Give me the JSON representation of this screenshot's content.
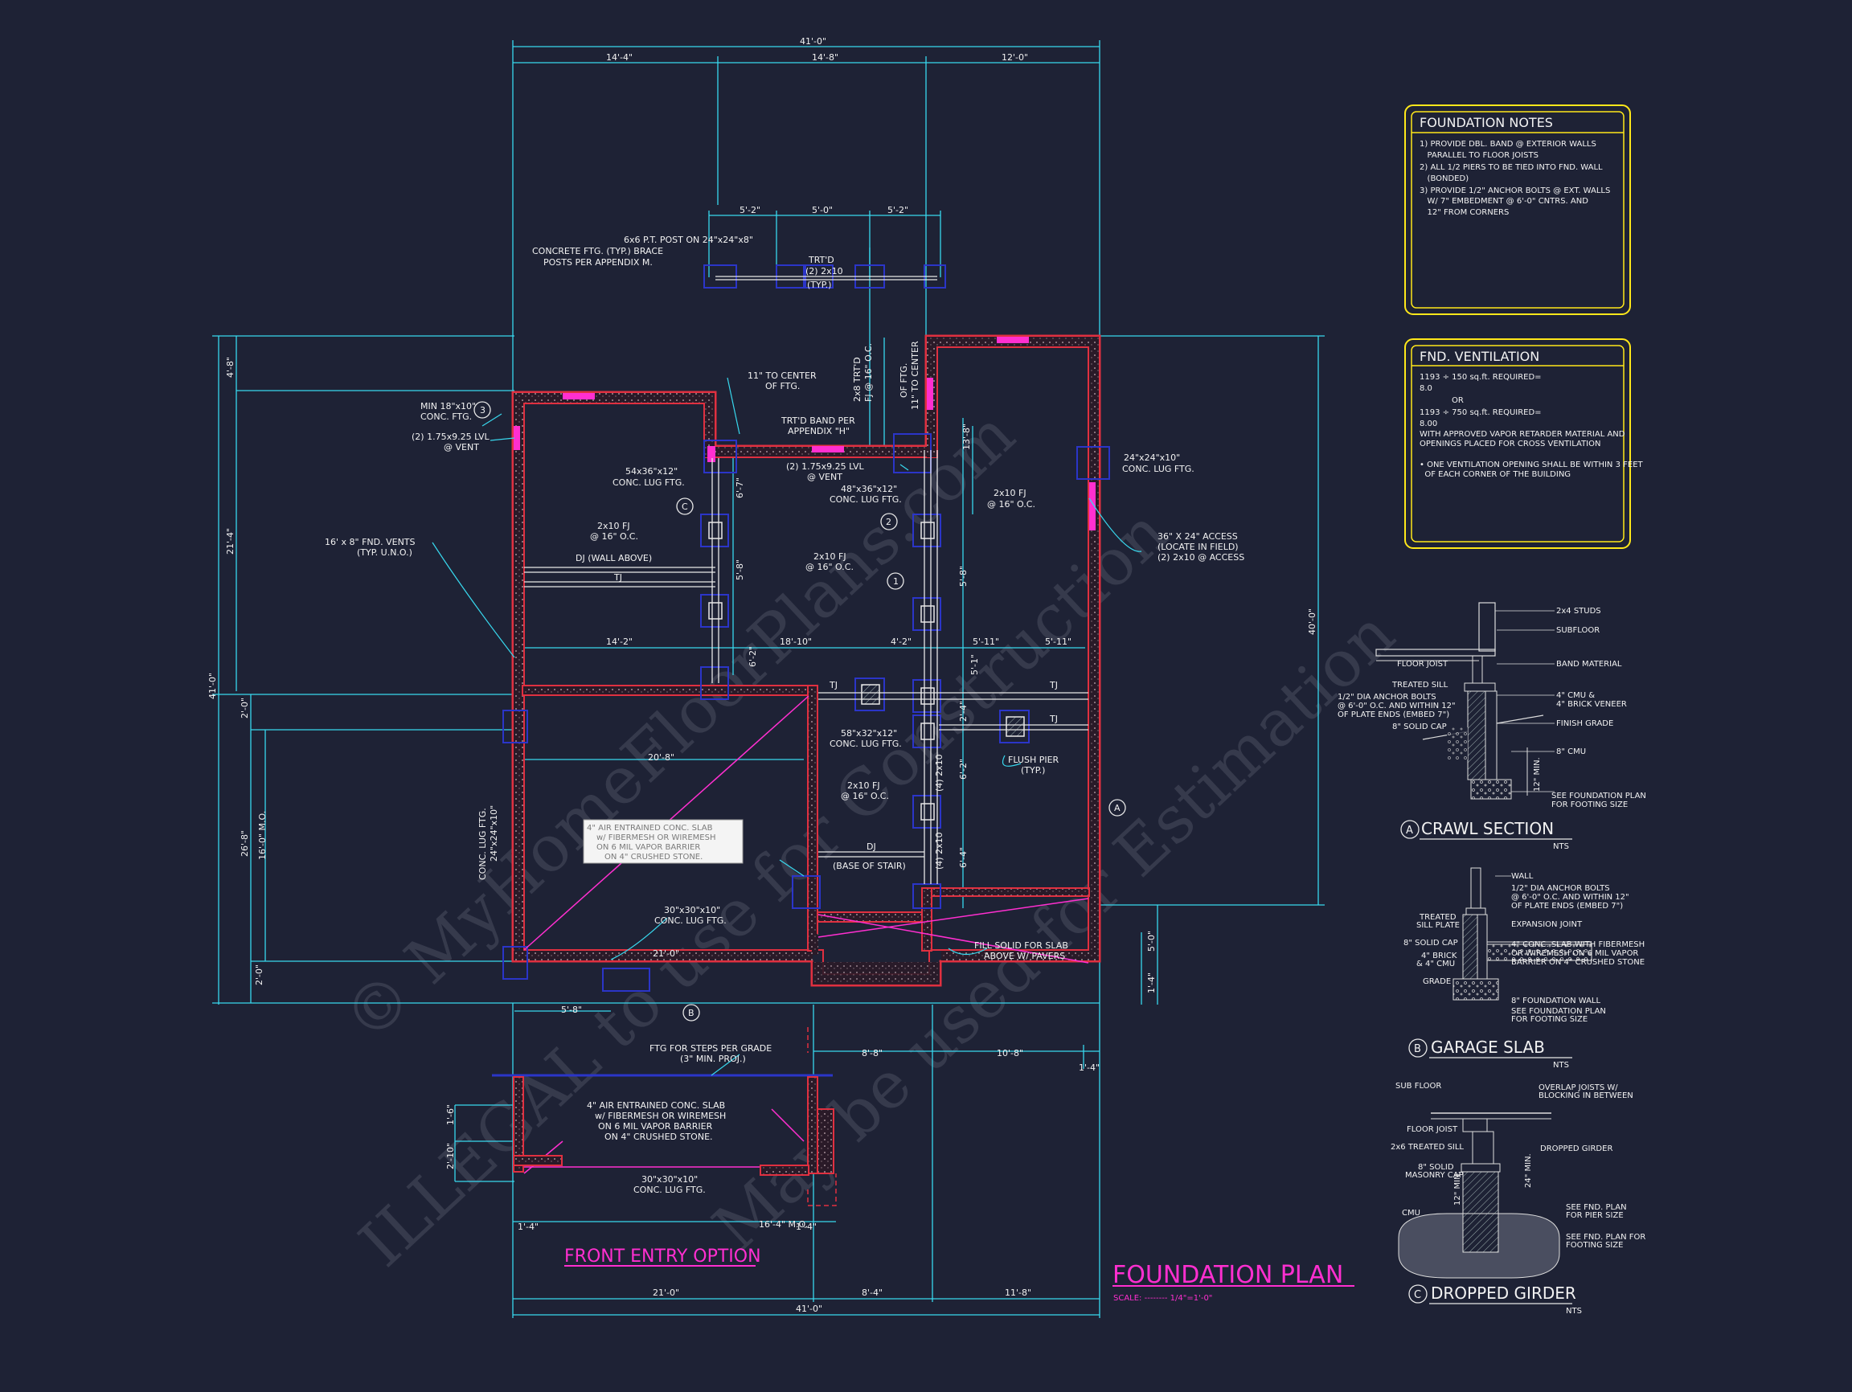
{
  "colors": {
    "background": "#1e2235",
    "dimension_lines": "#38d8ee",
    "walls_outline": "#e03040",
    "walls_fill": "#2a1a28",
    "labels": "#f2f2f2",
    "titles": "#ff2fd0",
    "note_boxes": "#ffe81a",
    "footings": "#2b35c8"
  },
  "watermark": {
    "line1": "© MyHomeFloorPlans.com",
    "line2": "ILLEGAL to use for Construction",
    "line3": "May be used for Estimation"
  },
  "plan": {
    "title": "FOUNDATION PLAN",
    "scale_label": "SCALE: -------- 1/4\"=1'-0\"",
    "front_entry_title": "FRONT ENTRY OPTION",
    "dims": {
      "overall_top": "41'-0\"",
      "top_a": "14'-4\"",
      "top_b": "14'-8\"",
      "top_c": "12'-0\"",
      "porch_a": "5'-2\"",
      "porch_b": "5'-0\"",
      "porch_c": "5'-2\"",
      "left_overall": "41'-0\"",
      "left_a": "4'-8\"",
      "left_b": "21'-4\"",
      "left_c": "2'-0\"",
      "left_d": "26'-8\"",
      "left_e": "2'-0\"",
      "garage_mo": "16'-0\" M.O.",
      "right_overall": "40'-0\"",
      "right_a": "5'-0\"",
      "right_b": "1'-4\"",
      "mid_a": "14'-2\"",
      "mid_b": "18'-10\"",
      "mid_c": "4'-2\"",
      "mid_d": "5'-11\"",
      "mid_e": "5'-11\"",
      "garage_top": "20'-8\"",
      "garage_bot": "21'-0\"",
      "bottom_a": "5'-8\"",
      "bottom_b": "8'-8\"",
      "bottom_c": "10'-8\"",
      "bottom_d": "1'-4\"",
      "v_a": "6'-7\"",
      "v_b": "5'-8\"",
      "v_c": "6'-2\"",
      "v_d": "5'-1\"",
      "v_e": "2'-4\"",
      "v_f": "6'-2\"",
      "v_g": "6'-4\"",
      "v_h": "5'-8\"",
      "v_i": "13'-8\"",
      "entry_a": "1'-4\"",
      "entry_b": "16'-4\" M.O.",
      "entry_c": "1'-4\"",
      "entry_v1": "1'-6\"",
      "entry_v2": "2'-10\"",
      "bot_overall": "41'-0\"",
      "bot_a": "21'-0\"",
      "bot_b": "8'-4\"",
      "bot_c": "11'-8\""
    },
    "labels": {
      "post_note_1": "6x6 P.T. POST ON 24\"x24\"x8\"",
      "post_note_2": "CONCRETE FTG. (TYP.) BRACE",
      "post_note_3": "POSTS PER APPENDIX M.",
      "trtd_1": "TRT'D",
      "trtd_2": "(2) 2x10",
      "trtd_3": "(TYP.)",
      "center_ftg_1": "11\" TO CENTER",
      "center_ftg_2": "OF FTG.",
      "band_1": "TRT'D BAND PER",
      "band_2": "APPENDIX \"H\"",
      "fj_vert_1": "2x8 TRT'D",
      "fj_vert_2": "FJ @ 16\" O.C.",
      "ftg_center_1": "OF FTG.",
      "ftg_center_2": "11\" TO CENTER",
      "min_ftg_1": "MIN 18\"x10\"",
      "min_ftg_2": "CONC. FTG.",
      "lvl_left_1": "(2) 1.75x9.25 LVL",
      "lvl_left_2": "@ VENT",
      "lug_54_1": "54x36\"x12\"",
      "lug_54_2": "CONC. LUG FTG.",
      "lvl_mid_1": "(2) 1.75x9.25 LVL",
      "lvl_mid_2": "@ VENT",
      "lug_48_1": "48\"x36\"x12\"",
      "lug_48_2": "CONC. LUG FTG.",
      "lug_24_1": "24\"x24\"x10\"",
      "lug_24_2": "CONC. LUG FTG.",
      "fj_right_1": "2x10 FJ",
      "fj_right_2": "@ 16\" O.C.",
      "fj_left_1": "2x10 FJ",
      "fj_left_2": "@ 16\" O.C.",
      "fj_center_1": "2x10 FJ",
      "fj_center_2": "@ 16\" O.C.",
      "vents_1": "16' x 8\" FND. VENTS",
      "vents_2": "(TYP. U.N.O.)",
      "dj_wall": "DJ (WALL ABOVE)",
      "tj_left": "TJ",
      "tj_1": "TJ",
      "tj_2": "TJ",
      "tj_3": "TJ",
      "access_1": "36\" X 24\" ACCESS",
      "access_2": "(LOCATE IN FIELD)",
      "access_3": "(2) 2x10 @ ACCESS",
      "lug_58_1": "58\"x32\"x12\"",
      "lug_58_2": "CONC. LUG FTG.",
      "flush_1": "FLUSH PIER",
      "flush_2": "(TYP.)",
      "fj_low_1": "2x10 FJ",
      "fj_low_2": "@ 16\" O.C.",
      "dj_low": "DJ",
      "base_stair": "(BASE OF STAIR)",
      "girder_1": "(4) 2x10",
      "girder_2": "(4) 2x10",
      "slab_1": "4\" AIR ENTRAINED CONC. SLAB",
      "slab_2": "w/ FIBERMESH OR WIREMESH",
      "slab_3": "ON 6 MIL VAPOR BARRIER",
      "slab_4": "ON 4\" CRUSHED STONE.",
      "lug_30_1": "30\"x30\"x10\"",
      "lug_30_2": "CONC. LUG FTG.",
      "conc_lug_v_1": "CONC. LUG FTG.",
      "conc_lug_v_2": "24\"x24\"x10\"",
      "fill_1": "FILL SOLID FOR SLAB",
      "fill_2": "ABOVE W/ PAVERS",
      "steps_1": "FTG FOR STEPS PER GRADE",
      "steps_2": "(3\" MIN. PROJ.)",
      "entry_slab_1": "4\" AIR ENTRAINED CONC. SLAB",
      "entry_slab_2": "w/ FIBERMESH OR WIREMESH",
      "entry_slab_3": "ON 6 MIL VAPOR BARRIER",
      "entry_slab_4": "ON 4\" CRUSHED STONE.",
      "entry_lug_1": "30\"x30\"x10\"",
      "entry_lug_2": "CONC. LUG FTG.",
      "tag_1": "1",
      "tag_2": "2",
      "tag_3": "3",
      "tag_a": "A",
      "tag_b": "B",
      "tag_c": "C"
    }
  },
  "foundation_notes": {
    "title": "FOUNDATION NOTES",
    "lines": [
      "1) PROVIDE DBL. BAND @ EXTERIOR WALLS",
      "   PARALLEL TO FLOOR JOISTS",
      "2) ALL 1/2 PIERS TO BE TIED INTO FND. WALL",
      "   (BONDED)",
      "3) PROVIDE 1/2\" ANCHOR BOLTS @ EXT. WALLS",
      "   W/ 7\" EMBEDMENT @ 6'-0\" CNTRS. AND",
      "   12\" FROM CORNERS"
    ]
  },
  "fnd_ventilation": {
    "title": "FND. VENTILATION",
    "lines": [
      "1193 ÷ 150 sq.ft. REQUIRED=",
      "8.0",
      "OR",
      "1193 ÷ 750 sq.ft. REQUIRED=",
      "8.00",
      "WITH APPROVED VAPOR RETARDER MATERIAL AND",
      "OPENINGS PLACED FOR CROSS VENTILATION",
      "",
      "• ONE VENTILATION OPENING SHALL BE WITHIN 3 FEET",
      "  OF EACH CORNER OF THE BUILDING"
    ]
  },
  "crawl_section": {
    "tag": "A",
    "title": "CRAWL SECTION",
    "nts": "NTS",
    "labels": {
      "studs": "2x4 STUDS",
      "subfloor": "SUBFLOOR",
      "floor_joist": "FLOOR JOIST",
      "band": "BAND MATERIAL",
      "sill": "TREATED SILL",
      "bolts_1": "1/2\" DIA ANCHOR BOLTS",
      "bolts_2": "@ 6'-0\" O.C. AND WITHIN 12\"",
      "bolts_3": "OF PLATE ENDS (EMBED 7\")",
      "cmu_1": "4\" CMU &",
      "cmu_2": "4\" BRICK VENEER",
      "grade": "FINISH GRADE",
      "solid_cap": "8\" SOLID CAP",
      "cmu8": "8\" CMU",
      "min": "12\" MIN.",
      "see_1": "SEE FOUNDATION PLAN",
      "see_2": "FOR FOOTING SIZE"
    }
  },
  "garage_slab": {
    "tag": "B",
    "title": "GARAGE SLAB",
    "nts": "NTS",
    "labels": {
      "wall": "WALL",
      "bolts_1": "1/2\" DIA ANCHOR BOLTS",
      "bolts_2": "@ 6'-0\" O.C. AND WITHIN 12\"",
      "bolts_3": "OF PLATE ENDS (EMBED 7\")",
      "treated_1": "TREATED",
      "treated_2": "SILL PLATE",
      "expansion": "EXPANSION JOINT",
      "cap": "8\" SOLID CAP",
      "brick_1": "4\" BRICK",
      "brick_2": "& 4\" CMU",
      "slab_1": "4\" CONC. SLAB WITH FIBERMESH",
      "slab_2": "OR WIREMESH ON 6 MIL VAPOR",
      "slab_3": "BARRIER ON 4\" CRUSHED STONE",
      "grade": "GRADE",
      "wall8": "8\" FOUNDATION WALL",
      "see_1": "SEE FOUNDATION PLAN",
      "see_2": "FOR FOOTING SIZE"
    }
  },
  "dropped_girder": {
    "tag": "C",
    "title": "DROPPED GIRDER",
    "nts": "NTS",
    "labels": {
      "sub_floor": "SUB FLOOR",
      "overlap_1": "OVERLAP JOISTS W/",
      "overlap_2": "BLOCKING IN BETWEEN",
      "floor_joist": "FLOOR JOIST",
      "treated_sill": "2x6 TREATED SILL",
      "dropped": "DROPPED GIRDER",
      "solid_1": "8\" SOLID",
      "solid_2": "MASONRY CAP",
      "min12": "12\" MIN.",
      "min24": "24\" MIN.",
      "cmu": "CMU",
      "pier_1": "SEE FND. PLAN",
      "pier_2": "FOR PIER SIZE",
      "ftg_1": "SEE FND. PLAN FOR",
      "ftg_2": "FOOTING SIZE"
    }
  }
}
